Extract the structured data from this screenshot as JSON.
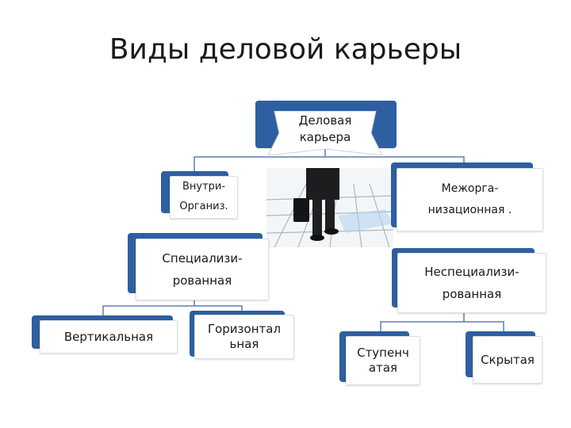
{
  "title": "Виды деловой карьеры",
  "root": "Деловая\nкарьера",
  "nodes": {
    "intra": "Внутри-\nОрганиз.",
    "inter": "Межорга-\nнизационная .",
    "special": "Специализи-\nрованная",
    "nonspecial": "Неспециализи-\nрованная",
    "vertical": "Вертикальная",
    "horizontal": "Горизонтал\nьная",
    "stepped": "Ступенч\nатая",
    "hidden": "Скрытая"
  },
  "colors": {
    "node_back": "#2e5fa0",
    "connector": "#5b7fb1"
  }
}
